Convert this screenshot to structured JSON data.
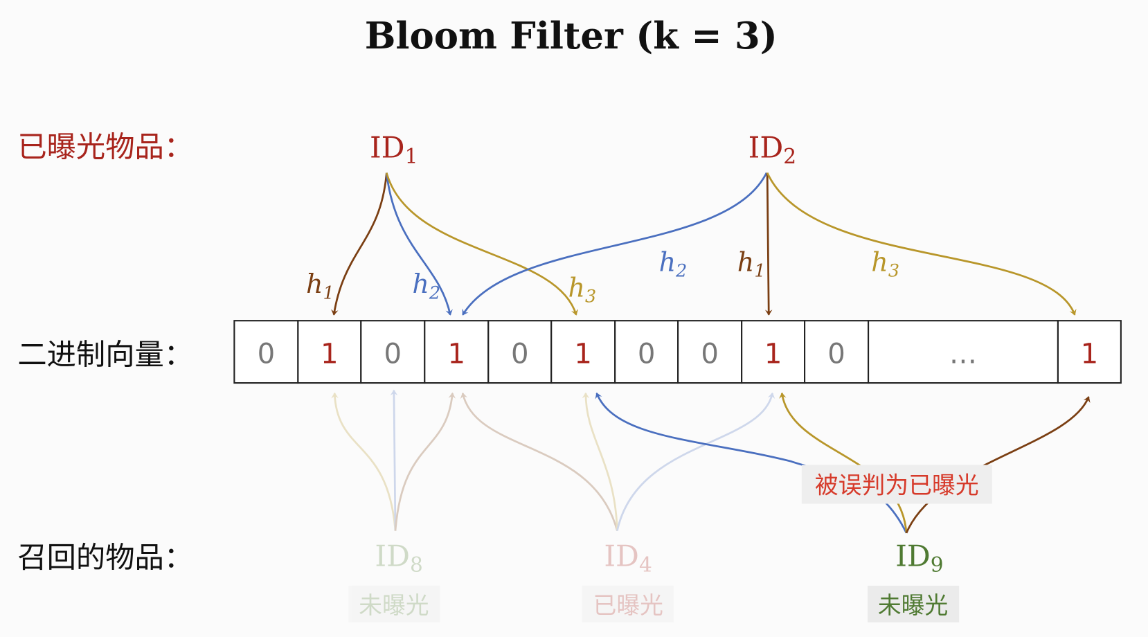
{
  "title": "Bloom Filter (k = 3)",
  "labels": {
    "exposed": "已曝光物品：",
    "vector": "二进制向量：",
    "recalled": "召回的物品："
  },
  "exposed_items": [
    {
      "id": "ID",
      "sub": "1"
    },
    {
      "id": "ID",
      "sub": "2"
    }
  ],
  "vector": [
    "0",
    "1",
    "0",
    "1",
    "0",
    "1",
    "0",
    "0",
    "1",
    "0",
    "…",
    "1"
  ],
  "hash_labels": [
    "h",
    "1",
    "2",
    "3"
  ],
  "recalled_items": [
    {
      "id": "ID",
      "sub": "8",
      "status": "未曝光"
    },
    {
      "id": "ID",
      "sub": "4",
      "status": "已曝光"
    },
    {
      "id": "ID",
      "sub": "9",
      "status": "未曝光"
    }
  ],
  "false_positive_note": "被误判为已曝光",
  "colors": {
    "red": "#a8241c",
    "brown": "#7a3e12",
    "blue": "#4a6fbf",
    "gold": "#b8962a",
    "green": "#4f7a32",
    "note_red": "#d63a2a"
  }
}
